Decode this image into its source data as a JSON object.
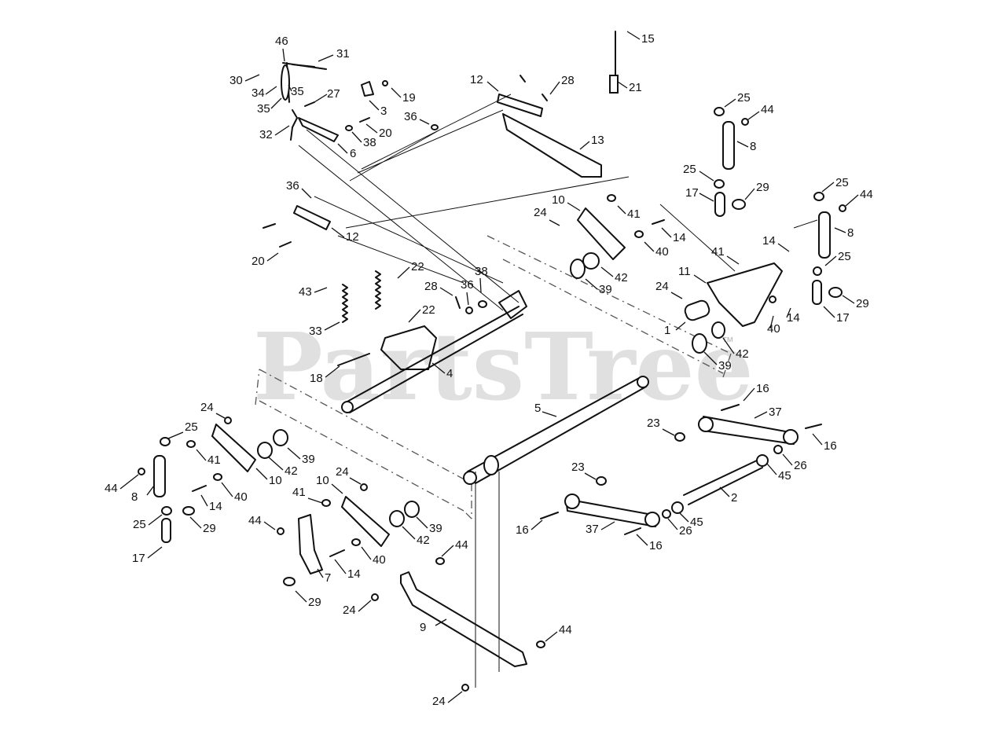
{
  "diagram": {
    "watermark": "PartsTree",
    "watermark_mark": "™",
    "callouts": [
      {
        "id": "c46a",
        "label": "46"
      },
      {
        "id": "c31",
        "label": "31"
      },
      {
        "id": "c30",
        "label": "30"
      },
      {
        "id": "c34",
        "label": "34"
      },
      {
        "id": "c35a",
        "label": "35"
      },
      {
        "id": "c35b",
        "label": "35"
      },
      {
        "id": "c27",
        "label": "27"
      },
      {
        "id": "c3",
        "label": "3"
      },
      {
        "id": "c19",
        "label": "19"
      },
      {
        "id": "c32",
        "label": "32"
      },
      {
        "id": "c38a",
        "label": "38"
      },
      {
        "id": "c20a",
        "label": "20"
      },
      {
        "id": "c6",
        "label": "6"
      },
      {
        "id": "c12a",
        "label": "12"
      },
      {
        "id": "c28a",
        "label": "28"
      },
      {
        "id": "c36a",
        "label": "36"
      },
      {
        "id": "c13",
        "label": "13"
      },
      {
        "id": "c15",
        "label": "15"
      },
      {
        "id": "c21",
        "label": "21"
      },
      {
        "id": "c25a",
        "label": "25"
      },
      {
        "id": "c44a",
        "label": "44"
      },
      {
        "id": "c8a",
        "label": "8"
      },
      {
        "id": "c25b",
        "label": "25"
      },
      {
        "id": "c29a",
        "label": "29"
      },
      {
        "id": "c17a",
        "label": "17"
      },
      {
        "id": "c36b",
        "label": "36"
      },
      {
        "id": "c12b",
        "label": "12"
      },
      {
        "id": "c20b",
        "label": "20"
      },
      {
        "id": "c10a",
        "label": "10"
      },
      {
        "id": "c24a",
        "label": "24"
      },
      {
        "id": "c41a",
        "label": "41"
      },
      {
        "id": "c14a",
        "label": "14"
      },
      {
        "id": "c40a",
        "label": "40"
      },
      {
        "id": "c42a",
        "label": "42"
      },
      {
        "id": "c39a",
        "label": "39"
      },
      {
        "id": "c25c",
        "label": "25"
      },
      {
        "id": "c44b",
        "label": "44"
      },
      {
        "id": "c8b",
        "label": "8"
      },
      {
        "id": "c14b",
        "label": "14"
      },
      {
        "id": "c41b",
        "label": "41"
      },
      {
        "id": "c25d",
        "label": "25"
      },
      {
        "id": "c11",
        "label": "11"
      },
      {
        "id": "c24b",
        "label": "24"
      },
      {
        "id": "c29b",
        "label": "29"
      },
      {
        "id": "c17b",
        "label": "17"
      },
      {
        "id": "c14c",
        "label": "14"
      },
      {
        "id": "c40b",
        "label": "40"
      },
      {
        "id": "c1",
        "label": "1"
      },
      {
        "id": "c42b",
        "label": "42"
      },
      {
        "id": "c39b",
        "label": "39"
      },
      {
        "id": "c22a",
        "label": "22"
      },
      {
        "id": "c43",
        "label": "43"
      },
      {
        "id": "c38b",
        "label": "38"
      },
      {
        "id": "c28b",
        "label": "28"
      },
      {
        "id": "c36c",
        "label": "36"
      },
      {
        "id": "c22b",
        "label": "22"
      },
      {
        "id": "c33",
        "label": "33"
      },
      {
        "id": "c18",
        "label": "18"
      },
      {
        "id": "c4",
        "label": "4"
      },
      {
        "id": "c5",
        "label": "5"
      },
      {
        "id": "c16a",
        "label": "16"
      },
      {
        "id": "c37a",
        "label": "37"
      },
      {
        "id": "c23a",
        "label": "23"
      },
      {
        "id": "c16b",
        "label": "16"
      },
      {
        "id": "c26a",
        "label": "26"
      },
      {
        "id": "c45a",
        "label": "45"
      },
      {
        "id": "c2",
        "label": "2"
      },
      {
        "id": "c23b",
        "label": "23"
      },
      {
        "id": "c16c",
        "label": "16"
      },
      {
        "id": "c37b",
        "label": "37"
      },
      {
        "id": "c26b",
        "label": "26"
      },
      {
        "id": "c45b",
        "label": "45"
      },
      {
        "id": "c16d",
        "label": "16"
      },
      {
        "id": "c24c",
        "label": "24"
      },
      {
        "id": "c25e",
        "label": "25"
      },
      {
        "id": "c41c",
        "label": "41"
      },
      {
        "id": "c39c",
        "label": "39"
      },
      {
        "id": "c44c",
        "label": "44"
      },
      {
        "id": "c8c",
        "label": "8"
      },
      {
        "id": "c42c",
        "label": "42"
      },
      {
        "id": "c10b",
        "label": "10"
      },
      {
        "id": "c14d",
        "label": "14"
      },
      {
        "id": "c40c",
        "label": "40"
      },
      {
        "id": "c25f",
        "label": "25"
      },
      {
        "id": "c29c",
        "label": "29"
      },
      {
        "id": "c17c",
        "label": "17"
      },
      {
        "id": "c10c",
        "label": "10"
      },
      {
        "id": "c24d",
        "label": "24"
      },
      {
        "id": "c41d",
        "label": "41"
      },
      {
        "id": "c44d",
        "label": "44"
      },
      {
        "id": "c39d",
        "label": "39"
      },
      {
        "id": "c42d",
        "label": "42"
      },
      {
        "id": "c40d",
        "label": "40"
      },
      {
        "id": "c14e",
        "label": "14"
      },
      {
        "id": "c7",
        "label": "7"
      },
      {
        "id": "c44e",
        "label": "44"
      },
      {
        "id": "c29d",
        "label": "29"
      },
      {
        "id": "c24e",
        "label": "24"
      },
      {
        "id": "c9",
        "label": "9"
      },
      {
        "id": "c44f",
        "label": "44"
      },
      {
        "id": "c24f",
        "label": "24"
      }
    ]
  }
}
